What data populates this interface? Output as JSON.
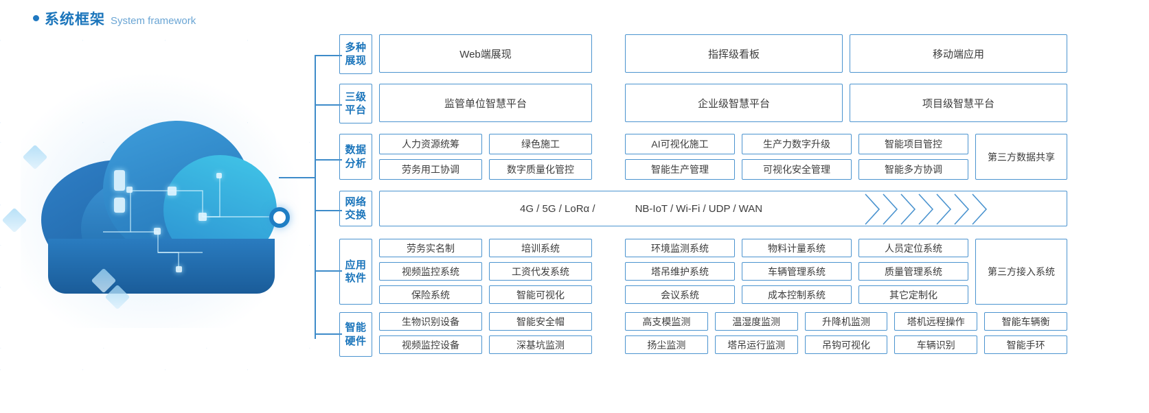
{
  "header": {
    "bullet": "bullet-dot",
    "title_cn": "系统框架",
    "title_en": "System framework",
    "accent": "#1b75bb"
  },
  "illustration": {
    "name": "cloud-network-illustration",
    "hub_node": "connection-hub-node"
  },
  "colors": {
    "border": "#4a93cf",
    "label_text": "#1b75bb",
    "box_text": "#3c3c3c",
    "accent": "#1f78c1"
  },
  "rows": [
    {
      "id": "display",
      "label_line1": "多种",
      "label_line2": "展现",
      "left_group": [
        "Web端展现"
      ],
      "right_group": [
        "指挥级看板",
        "移动端应用"
      ],
      "third_party": null
    },
    {
      "id": "platform",
      "label_line1": "三级",
      "label_line2": "平台",
      "left_group": [
        "监管单位智慧平台"
      ],
      "right_group": [
        "企业级智慧平台",
        "项目级智慧平台"
      ],
      "third_party": null
    },
    {
      "id": "data-analysis",
      "label_line1": "数据",
      "label_line2": "分析",
      "left_rows": [
        [
          "人力资源统筹",
          "绿色施工"
        ],
        [
          "劳务用工协调",
          "数字质量化管控"
        ]
      ],
      "right_rows": [
        [
          "AI可视化施工",
          "生产力数字升级",
          "智能项目管控"
        ],
        [
          "智能生产管理",
          "可视化安全管理",
          "智能多方协调"
        ]
      ],
      "third_party": "第三方数据共享"
    },
    {
      "id": "network",
      "label_line1": "网络",
      "label_line2": "交换",
      "banner_left": "4G / 5G / LoRα /",
      "banner_right": "NB-IoT / Wi-Fi / UDP / WAN",
      "arrow_count": 7
    },
    {
      "id": "application-software",
      "label_line1": "应用",
      "label_line2": "软件",
      "left_rows": [
        [
          "劳务实名制",
          "培训系统"
        ],
        [
          "视频监控系统",
          "工资代发系统"
        ],
        [
          "保险系统",
          "智能可视化"
        ]
      ],
      "right_rows": [
        [
          "环境监测系统",
          "物料计量系统",
          "人员定位系统"
        ],
        [
          "塔吊维护系统",
          "车辆管理系统",
          "质量管理系统"
        ],
        [
          "会议系统",
          "成本控制系统",
          "其它定制化"
        ]
      ],
      "third_party": "第三方接入系统"
    },
    {
      "id": "smart-hardware",
      "label_line1": "智能",
      "label_line2": "硬件",
      "left_rows": [
        [
          "生物识别设备",
          "智能安全帽"
        ],
        [
          "视频监控设备",
          "深基坑监测"
        ]
      ],
      "right_rows": [
        [
          "高支模监测",
          "温湿度监测",
          "升降机监测",
          "塔机远程操作",
          "智能车辆衡"
        ],
        [
          "扬尘监测",
          "塔吊运行监测",
          "吊钩可视化",
          "车辆识别",
          "智能手环"
        ]
      ],
      "third_party": null
    }
  ]
}
